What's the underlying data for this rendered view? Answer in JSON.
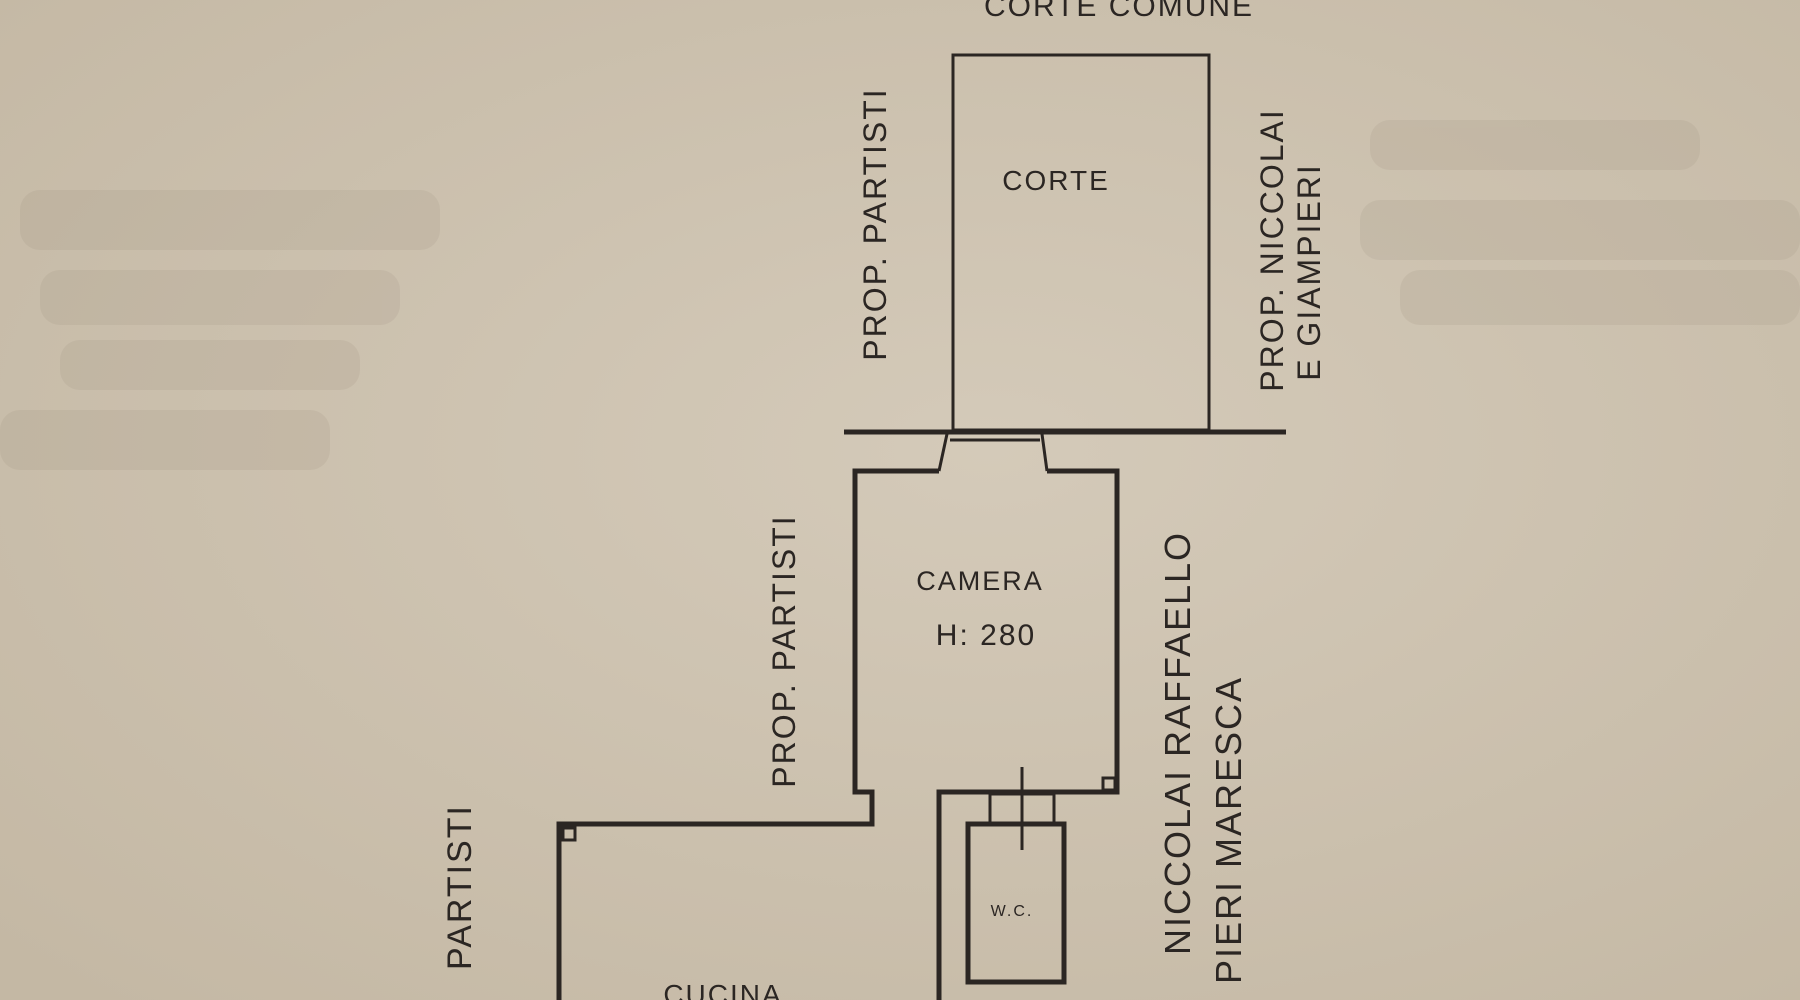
{
  "plan": {
    "top_label": "CORTE COMUNE",
    "rooms": {
      "corte": "CORTE",
      "camera": "CAMERA",
      "camera_height": "H: 280",
      "wc": "W.C.",
      "cucina": "CUCINA"
    },
    "neighbors": {
      "upper_left": "PROP. PARTISTI",
      "upper_right_line1": "PROP. NICCOLAI",
      "upper_right_line2": "E GIAMPIERI",
      "middle_left": "PROP. PARTISTI",
      "lower_left": "PARTISTI",
      "lower_right_line1": "NICCOLAI RAFFAELLO",
      "lower_right_line2": "PIERI MARESCA"
    }
  }
}
